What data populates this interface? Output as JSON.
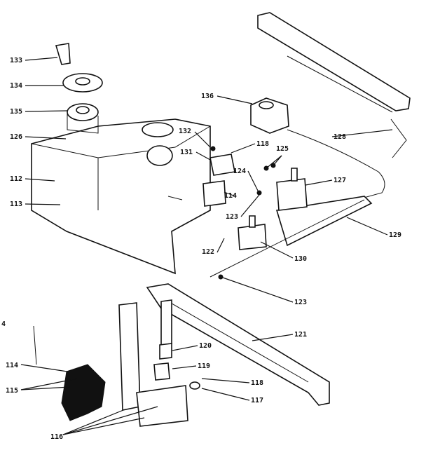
{
  "diagram": {
    "callouts": {
      "c4": "4",
      "c133": "133",
      "c134": "134",
      "c135": "135",
      "c126": "126",
      "c112": "112",
      "c113": "113",
      "c136": "136",
      "c132": "132",
      "c131": "131",
      "c118a": "118",
      "c125": "125",
      "c124": "124",
      "c114a": "114",
      "c127": "127",
      "c123a": "123",
      "c128": "128",
      "c129": "129",
      "c122": "122",
      "c130": "130",
      "c123b": "123",
      "c121": "121",
      "c120": "120",
      "c119": "119",
      "c118b": "118",
      "c117": "117",
      "c114b": "114",
      "c115": "115",
      "c116": "116"
    }
  }
}
